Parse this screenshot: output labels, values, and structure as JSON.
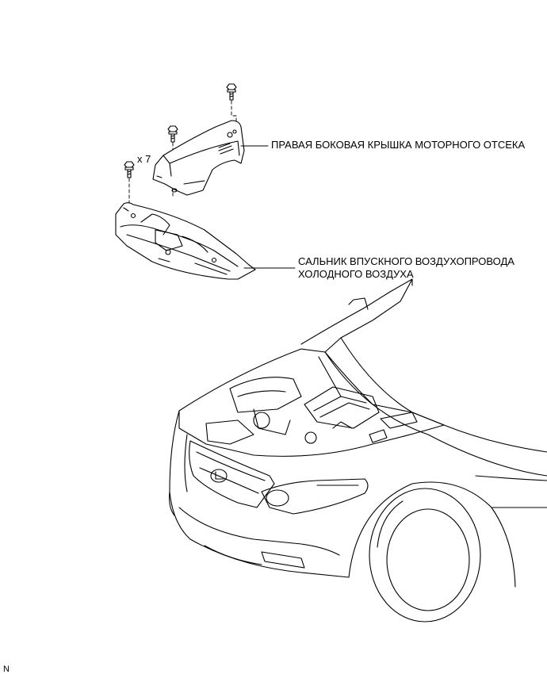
{
  "diagram": {
    "callouts": {
      "engine_side_cover": "ПРАВАЯ БОКОВАЯ КРЫШКА МОТОРНОГО ОТСЕКА",
      "intake_seal_line1": "САЛЬНИК ВПУСКНОГО ВОЗДУХОПРОВОДА",
      "intake_seal_line2": "ХОЛОДНОГО ВОЗДУХА"
    },
    "fastener_quantity": "x 7",
    "corner_mark": "N"
  },
  "colors": {
    "line": "#000000",
    "background": "#ffffff"
  }
}
